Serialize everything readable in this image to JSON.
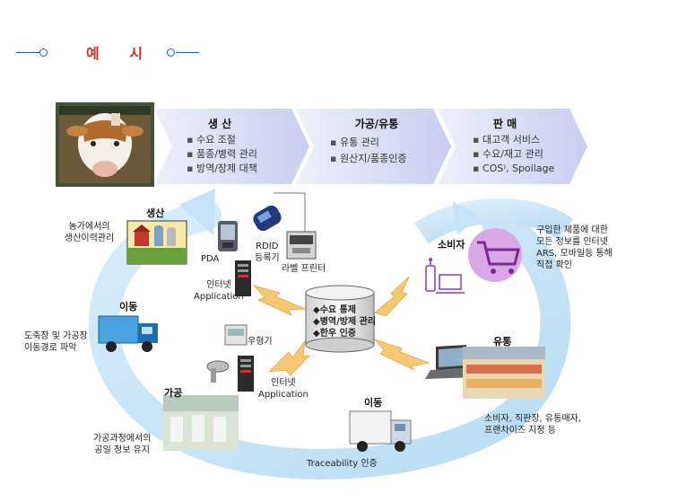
{
  "header": {
    "title": "예 시"
  },
  "stages": [
    {
      "title": "생 산",
      "items": [
        "수요 조절",
        "품종/병력 관리",
        "방역/장제 대책"
      ]
    },
    {
      "title": "가공/유통",
      "items": [
        "유통 관리",
        "원산지/품종인증"
      ]
    },
    {
      "title": "판 매",
      "items": [
        "대고객 서비스",
        "수요/재고 관리",
        "COS⁾, Spoilage"
      ]
    }
  ],
  "nodes": {
    "production": {
      "title": "생산",
      "desc": [
        "농가에서의",
        "생산이력관리"
      ]
    },
    "transport1": {
      "title": "이동",
      "desc": [
        "도축장 및 가공장",
        "이동경로 파악"
      ]
    },
    "processing": {
      "title": "가공",
      "desc": [
        "가공과정에서의",
        "공일 정보 유지"
      ]
    },
    "transport2": {
      "title": "이동",
      "desc": [
        "Traceability 인증"
      ]
    },
    "distribution": {
      "title": "유통",
      "desc": [
        "소비자, 직판장, 유통매자,",
        "프랜차이즈 지정 등"
      ]
    },
    "consumer": {
      "title": "소비자",
      "desc": [
        "구입한 제품에 대한",
        "모든 정보를 인터넷",
        "ARS, 모바일등 통해",
        "직접 확인"
      ]
    }
  },
  "devices": {
    "pda": "PDA",
    "rfid": [
      "RDID",
      "등록기"
    ],
    "label_printer": "라벨 프린터",
    "internet_app1": [
      "인터넷",
      "Application"
    ],
    "scale": "우형기",
    "internet_app2": [
      "인터넷",
      "Application"
    ]
  },
  "center_db": {
    "items": [
      "◆수요 통제",
      "◆병역/방제 관리",
      "◆한우 인증"
    ]
  },
  "colors": {
    "cycle": "#cfe6f7",
    "arrow": "#f5c66a",
    "chevron": "#dcdcf5",
    "accent_title": "#c0392b",
    "header_line": "#1f5f9f"
  }
}
